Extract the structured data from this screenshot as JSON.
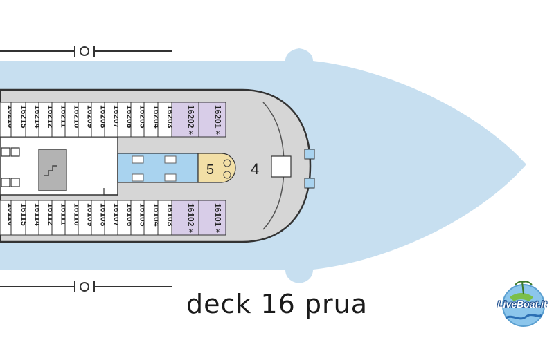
{
  "title": "deck 16 prua",
  "upper_cabins": [
    {
      "number": "16216",
      "suite": false
    },
    {
      "number": "16215",
      "suite": false
    },
    {
      "number": "16214",
      "suite": false
    },
    {
      "number": "16212",
      "suite": false
    },
    {
      "number": "16211",
      "suite": false
    },
    {
      "number": "16210",
      "suite": false
    },
    {
      "number": "16209",
      "suite": false
    },
    {
      "number": "16208",
      "suite": false
    },
    {
      "number": "16207",
      "suite": false
    },
    {
      "number": "16206",
      "suite": false
    },
    {
      "number": "16205",
      "suite": false
    },
    {
      "number": "16204",
      "suite": false
    },
    {
      "number": "16203",
      "suite": false
    },
    {
      "number": "16202",
      "suite": true
    },
    {
      "number": "16201",
      "suite": true
    }
  ],
  "lower_cabins": [
    {
      "number": "16116",
      "suite": false
    },
    {
      "number": "16115",
      "suite": false
    },
    {
      "number": "16114",
      "suite": false
    },
    {
      "number": "16112",
      "suite": false
    },
    {
      "number": "16111",
      "suite": false
    },
    {
      "number": "16110",
      "suite": false
    },
    {
      "number": "16109",
      "suite": false
    },
    {
      "number": "16108",
      "suite": false
    },
    {
      "number": "16107",
      "suite": false
    },
    {
      "number": "16106",
      "suite": false
    },
    {
      "number": "16105",
      "suite": false
    },
    {
      "number": "16104",
      "suite": false
    },
    {
      "number": "16103",
      "suite": false
    },
    {
      "number": "16102",
      "suite": true
    },
    {
      "number": "16101",
      "suite": true
    }
  ],
  "suite_marker": "*",
  "area_labels": {
    "main_deck_area": "4",
    "elevator_area": "5"
  },
  "logo": {
    "text": "LiveBoat.it"
  },
  "colors": {
    "water": "#c7dff0",
    "deck": "#d6d6d6",
    "cabin": "#ffffff",
    "suite": "#d8cde8",
    "elevator_hall": "#a9d3ef",
    "elevator_area": "#f2dfa6",
    "outline": "#333333",
    "stair_block": "#b3b3b3"
  }
}
